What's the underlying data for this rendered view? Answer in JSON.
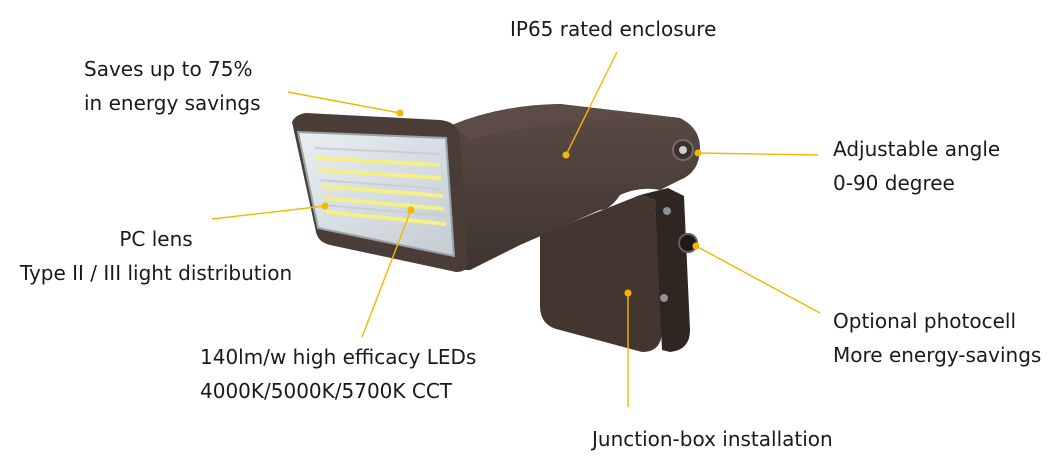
{
  "callouts": {
    "enclosure": {
      "lines": [
        "IP65 rated enclosure"
      ]
    },
    "energy": {
      "lines": [
        "Saves up to 75%",
        "in energy savings"
      ]
    },
    "angle": {
      "lines": [
        "Adjustable angle",
        "0-90 degree"
      ]
    },
    "lens": {
      "lines": [
        "PC lens",
        "Type II / III light distribution"
      ]
    },
    "photocell": {
      "lines": [
        "Optional photocell",
        "More energy-savings"
      ]
    },
    "leds": {
      "lines": [
        "140lm/w high efficacy LEDs",
        "4000K/5000K/5700K CCT"
      ]
    },
    "junction": {
      "lines": [
        "Junction-box installation"
      ]
    }
  },
  "colors": {
    "leader": "#f2b800",
    "housing": "#4c3f3a",
    "housing_shade": "#3a302c",
    "led_strip": "#f4f088",
    "frame": "#b9bcbf"
  }
}
